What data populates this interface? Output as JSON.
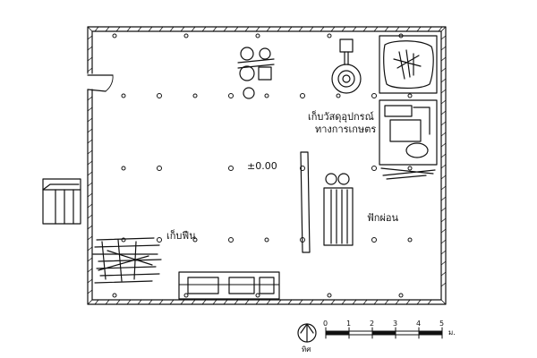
{
  "labels": {
    "storage_line1": "เก็บวัสดุอุปกรณ์",
    "storage_line2": "ทางการเกษตร",
    "level": "±0.00",
    "firewood": "เก็บฟืน",
    "sleeping": "ฟักผ่อน"
  },
  "scale_bar": {
    "ticks": [
      "0",
      "1",
      "2",
      "3",
      "4",
      "5"
    ],
    "unit": "ม."
  },
  "north_arrow": {
    "label": "ทิศ"
  },
  "colors": {
    "ink": "#111111",
    "paper": "#ffffff"
  }
}
